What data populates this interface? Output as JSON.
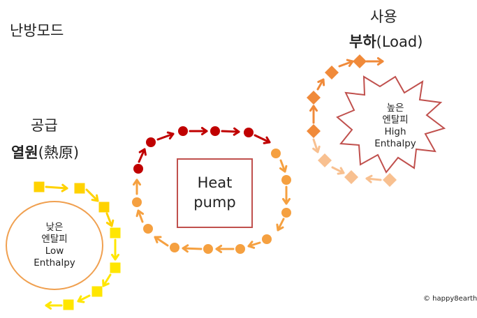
{
  "mode_title": "난방모드",
  "source": {
    "title": "공급",
    "subtitle_bold": "열원",
    "subtitle_rest": "(熱原)"
  },
  "load": {
    "title": "사용",
    "subtitle_bold": "부하",
    "subtitle_rest": "(Load)"
  },
  "low_enthalpy": {
    "line1": "낮은",
    "line2": "엔탈피",
    "line3": "Low",
    "line4": "Enthalpy"
  },
  "heat_pump": {
    "line1": "Heat",
    "line2": "pump"
  },
  "high_enthalpy": {
    "line1": "높은",
    "line2": "엔탈피",
    "line3": "High",
    "line4": "Enthalpy"
  },
  "copyright": "© happy8earth",
  "colors": {
    "yellow_1": "#ffd200",
    "yellow_2": "#ffe600",
    "orange_light": "#f5a040",
    "orange_mid": "#f08a3a",
    "red_dark": "#c00000",
    "peach": "#f8c090",
    "box_border": "#c0504d",
    "circle_border": "#f0a050"
  }
}
